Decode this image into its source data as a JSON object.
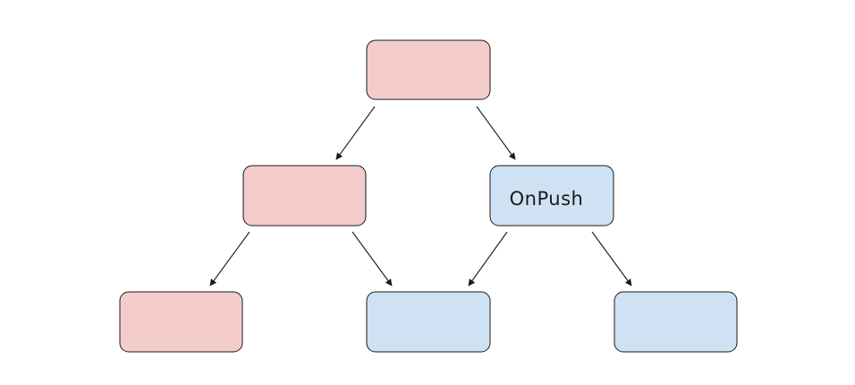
{
  "diagram": {
    "colors": {
      "default_fill": "#f4cccc",
      "onpush_fill": "#cfe2f3",
      "stroke": "#1a1a1a",
      "edge": "#1a1a1a",
      "background": "#ffffff"
    },
    "nodes": [
      {
        "id": "root",
        "label": "",
        "fill": "default"
      },
      {
        "id": "left-mid",
        "label": "",
        "fill": "default"
      },
      {
        "id": "right-mid",
        "label": "OnPush",
        "fill": "onpush"
      },
      {
        "id": "left-leaf",
        "label": "",
        "fill": "default"
      },
      {
        "id": "center-leaf",
        "label": "",
        "fill": "onpush"
      },
      {
        "id": "right-leaf",
        "label": "",
        "fill": "onpush"
      }
    ],
    "edges": [
      {
        "from": "root",
        "to": "left-mid"
      },
      {
        "from": "root",
        "to": "right-mid"
      },
      {
        "from": "left-mid",
        "to": "left-leaf"
      },
      {
        "from": "left-mid",
        "to": "center-leaf"
      },
      {
        "from": "right-mid",
        "to": "center-leaf"
      },
      {
        "from": "right-mid",
        "to": "right-leaf"
      }
    ]
  }
}
